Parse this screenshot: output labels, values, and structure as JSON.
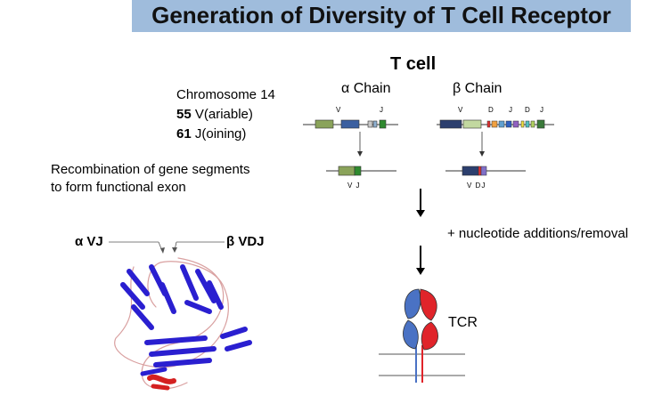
{
  "title": "Generation of Diversity of T Cell Receptor",
  "cell_label": "T cell",
  "alpha": {
    "chain_label": "α Chain",
    "segment_labels": [
      "V",
      "J"
    ],
    "rearranged_label": "V J"
  },
  "beta": {
    "chain_label": "β Chain",
    "segment_labels": [
      "V",
      "D",
      "J",
      "D",
      "J"
    ],
    "rearranged_label": "V DJ"
  },
  "chromosome": {
    "name": "Chromosome 14",
    "v_count": "55",
    "v_text": "V(ariable)",
    "j_count": "61",
    "j_text": "J(oining)"
  },
  "recombination_text": [
    "Recombination of gene segments",
    "to form functional exon"
  ],
  "nucleotide_text": "+ nucleotide additions/removal",
  "structure": {
    "alpha_label": "α VJ",
    "beta_label": "β VDJ"
  },
  "tcr_label": "TCR",
  "colors": {
    "title_bar": "#9fbcdc",
    "v_segment": "#8aa35a",
    "j_segment": "#3e8a3e",
    "beta_v": "#2c3f6e",
    "beta_d": "#9cc8e0",
    "chain_alpha": "#4a72c4",
    "chain_beta": "#e0242a",
    "protein_strand": "#2a1fd0",
    "protein_helix": "#d42020"
  }
}
